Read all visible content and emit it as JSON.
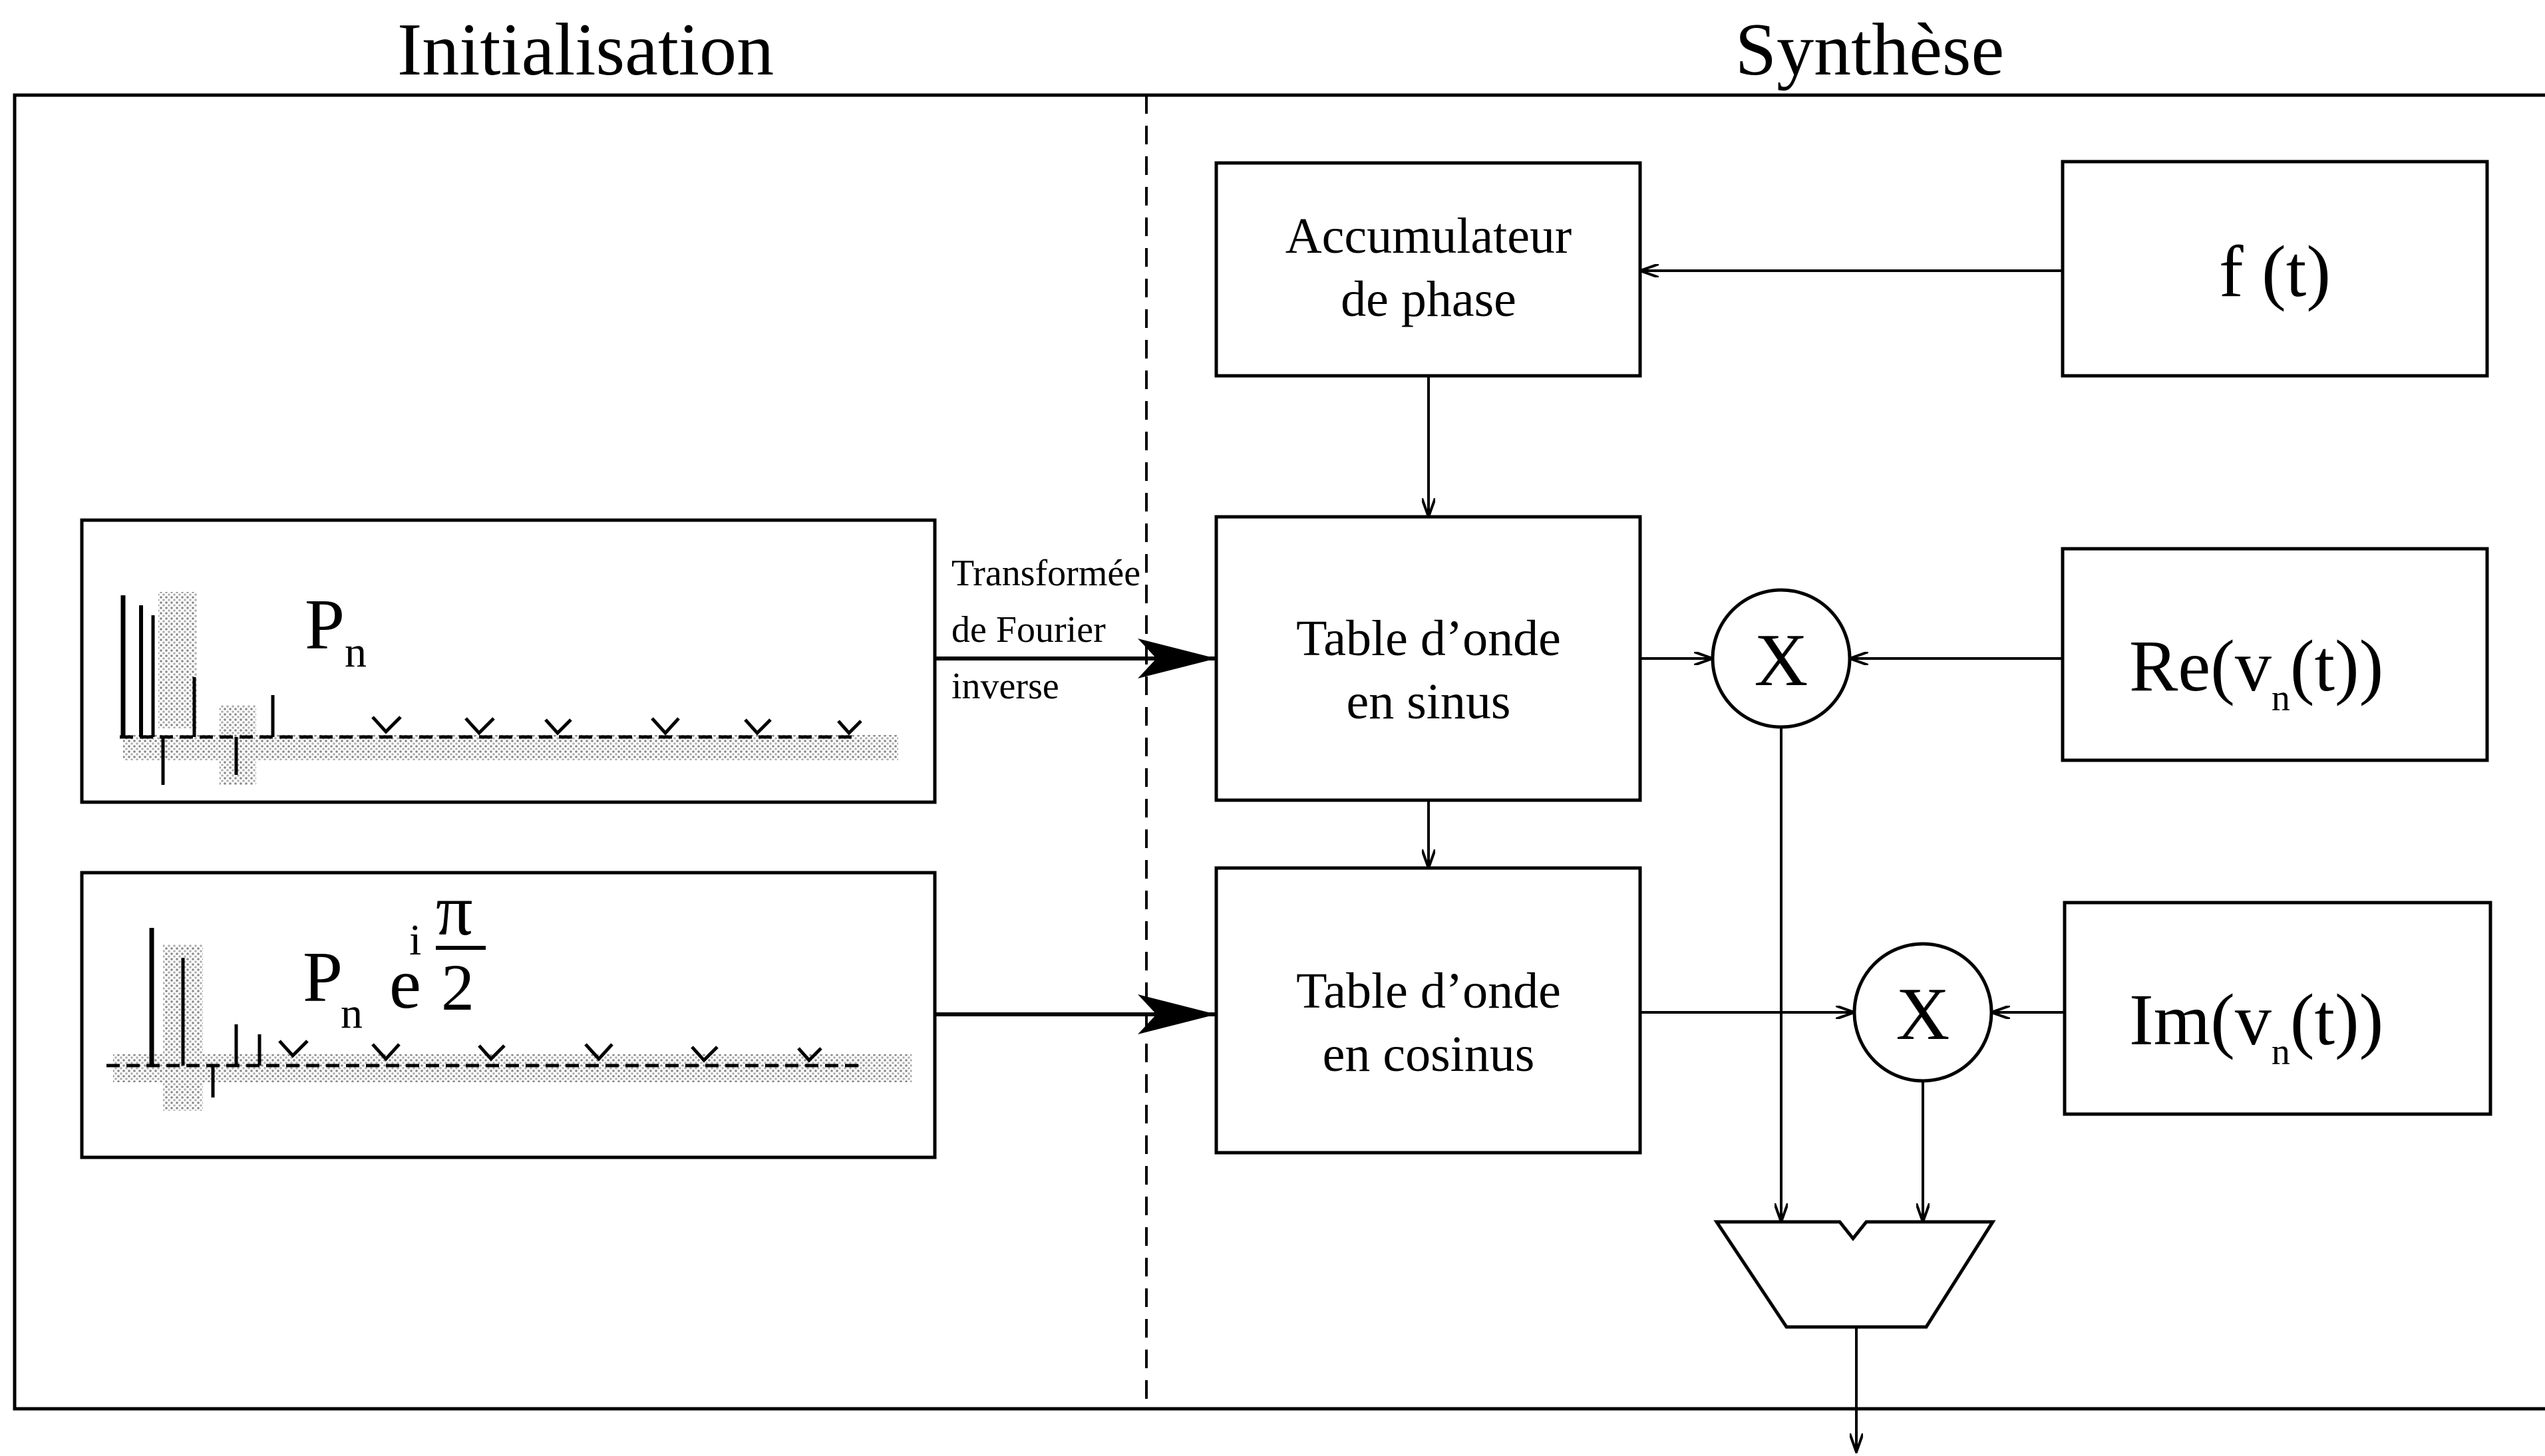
{
  "headers": {
    "left": "Initialisation",
    "right": "Synthèse"
  },
  "spectrum_panels": {
    "top": {
      "symbol": "P",
      "subscript": "n"
    },
    "bottom": {
      "symbol": "P",
      "subscript": "n",
      "exp_base": "e",
      "exp_i": "i",
      "pi": "π",
      "two": "2"
    }
  },
  "transform_label": [
    "Transformée",
    "de Fourier",
    "inverse"
  ],
  "blocks": {
    "accumulator": [
      "Accumulateur",
      "de phase"
    ],
    "sine_table": [
      "Table d’onde",
      "en sinus"
    ],
    "cosine_table": [
      "Table d’onde",
      "en cosinus"
    ],
    "frequency": "f (t)",
    "real_part": {
      "prefix": "Re(v",
      "sub": "n",
      "suffix": "(t))"
    },
    "imag_part": {
      "prefix": "Im(v",
      "sub": "n",
      "suffix": "(t))"
    }
  },
  "multiplier_symbol": "X",
  "colors": {
    "ink": "#000000",
    "dither": "#9a9a9a"
  }
}
